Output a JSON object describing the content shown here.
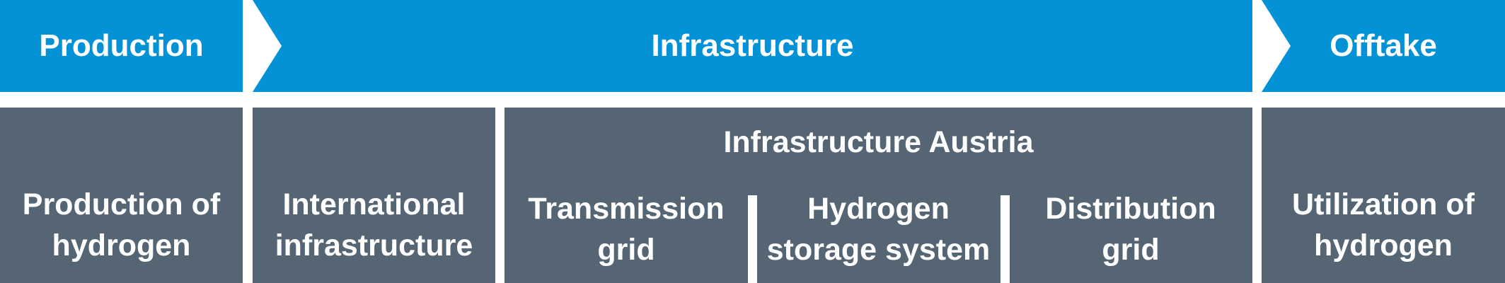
{
  "colors": {
    "stage": "#0392d6",
    "segment": "#566573"
  },
  "stages": [
    "Production",
    "Infrastructure",
    "Offtake"
  ],
  "segments": {
    "production": [
      "Production of",
      "hydrogen"
    ],
    "international": [
      "International",
      "infrastructure"
    ],
    "austria_title": "Infrastructure Austria",
    "transmission": [
      "Transmission",
      "grid"
    ],
    "storage": [
      "Hydrogen",
      "storage system"
    ],
    "distribution": [
      "Distribution",
      "grid"
    ],
    "offtake": [
      "Utilization of",
      "hydrogen"
    ]
  }
}
